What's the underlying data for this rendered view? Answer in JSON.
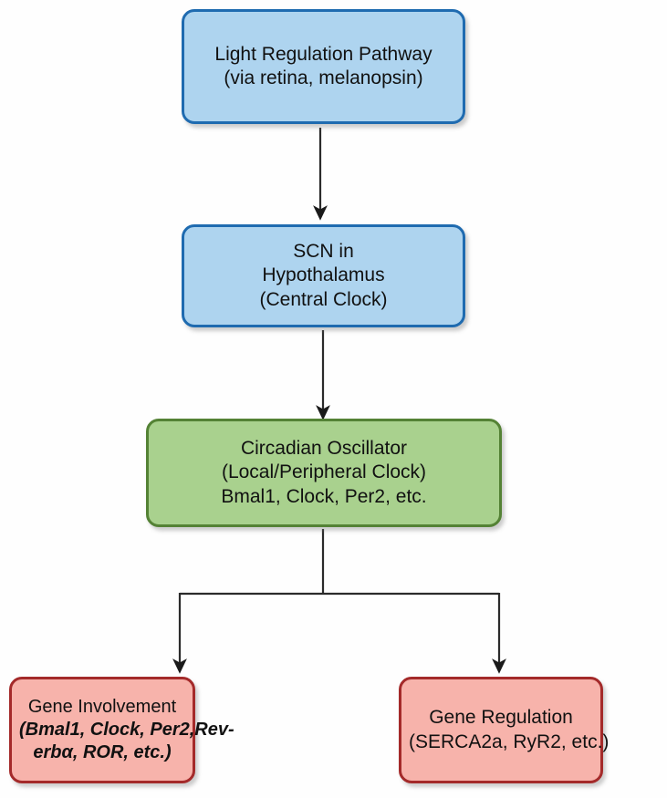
{
  "diagram": {
    "title": "Circadian clock regulation pathway flowchart",
    "background_color": "#fefefe",
    "colors": {
      "blue_fill": "#aed4ef",
      "blue_border": "#1f6bb0",
      "green_fill": "#a9d18e",
      "green_border": "#548235",
      "red_fill": "#f7b3ab",
      "red_border": "#a42a2a",
      "connector": "#2b2b2b",
      "text": "#111111"
    },
    "nodes": {
      "light_regulation": {
        "line1": "Light Regulation Pathway",
        "line2": "(via retina, melanopsin)"
      },
      "scn": {
        "line1": "SCN in",
        "line2": "Hypothalamus",
        "line3": "(Central Clock)"
      },
      "oscillator": {
        "line1": "Circadian Oscillator",
        "line2": "(Local/Peripheral Clock)",
        "line3": "Bmal1, Clock, Per2, etc."
      },
      "gene_involvement": {
        "line1": "Gene Involvement",
        "line2": "(Bmal1, Clock, Per2,Rev-",
        "line3": "erbα, ROR, etc.)"
      },
      "gene_regulation": {
        "line1": "Gene Regulation",
        "line2": "(SERCA2a, RyR2, etc.)"
      }
    },
    "edges": [
      {
        "name": "light-to-scn",
        "from": "light_regulation",
        "to": "scn",
        "style": "straight-arrow"
      },
      {
        "name": "scn-to-oscillator",
        "from": "scn",
        "to": "oscillator",
        "style": "straight-arrow"
      },
      {
        "name": "oscillator-to-gene-involvement",
        "from": "oscillator",
        "to": "gene_involvement",
        "style": "fork-arrow"
      },
      {
        "name": "oscillator-to-gene-regulation",
        "from": "oscillator",
        "to": "gene_regulation",
        "style": "fork-arrow"
      }
    ]
  }
}
